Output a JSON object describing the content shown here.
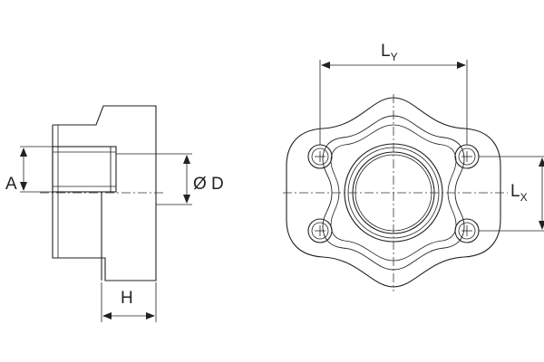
{
  "labels": {
    "a": "A",
    "d": "Ø D",
    "h": "H",
    "ly_main": "L",
    "ly_sub": "Y",
    "lx_main": "L",
    "lx_sub": "X"
  },
  "colors": {
    "line": "#222222",
    "centerline": "#333333",
    "background": "#ffffff"
  }
}
